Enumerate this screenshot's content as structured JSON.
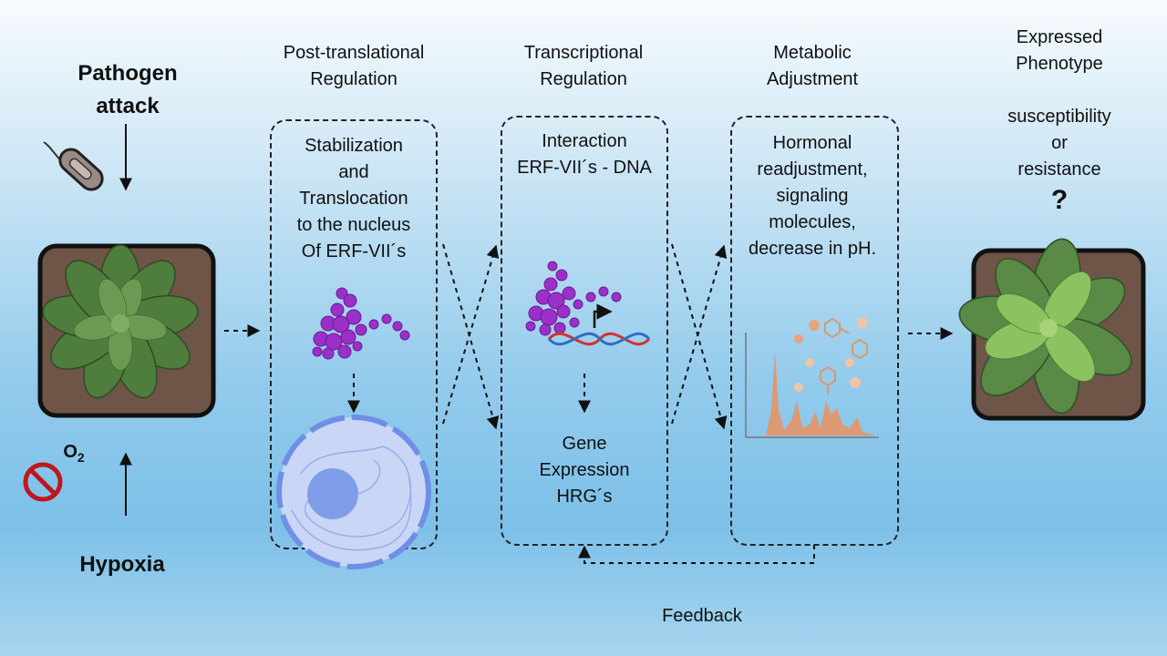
{
  "inputs": {
    "pathogen": "Pathogen\nattack",
    "o2": "O2",
    "hypoxia": "Hypoxia"
  },
  "stages": [
    {
      "heading": "Post-translational\nRegulation",
      "text": "Stabilization\nand\nTranslocation\nto the nucleus\nOf ERF-VII´s"
    },
    {
      "heading": "Transcriptional\nRegulation",
      "text": "Interaction\nERF-VII´s - DNA",
      "text2": "Gene\nExpression\nHRG´s"
    },
    {
      "heading": "Metabolic\nAdjustment",
      "text": "Hormonal\nreadjustment,\nsignaling\nmolecules,\ndecrease in pH."
    }
  ],
  "phenotype": {
    "heading": "Expressed\nPhenotype",
    "options": "susceptibility\nor\nresistance",
    "question": "?"
  },
  "feedback": "Feedback",
  "colors": {
    "protein": "#9b30c8",
    "dna_red": "#d4322c",
    "dna_blue": "#2f6fc0",
    "nucleus": "#7f9de8",
    "peaks": "#e59466",
    "leaf": "#4c7b3a",
    "pot": "#6e5548"
  }
}
